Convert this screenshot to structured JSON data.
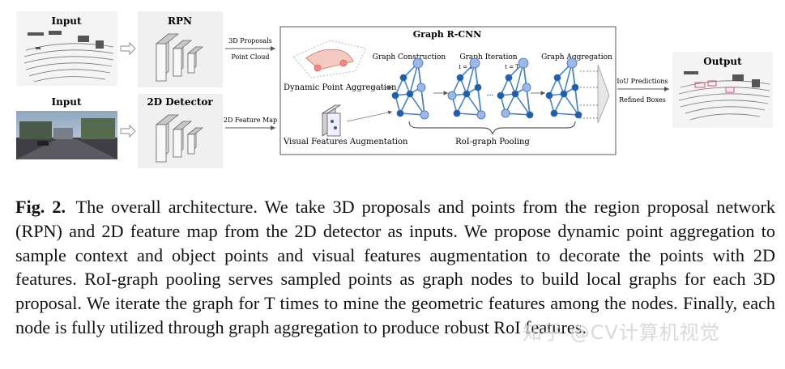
{
  "figure": {
    "rpn_input_label": "Input",
    "rpn_label": "RPN",
    "proposals_arrow_top": "3D Proposals",
    "proposals_arrow_bottom": "Point Cloud",
    "image_input_label": "Input",
    "detector_label": "2D Detector",
    "feature_map_arrow": "2D Feature Map",
    "graph_rcnn_title": "Graph R-CNN",
    "dynamic_point_aggregation": "Dynamic Point Aggregation",
    "visual_features_augmentation": "Visual Features Augmentation",
    "graph_construction": "Graph Construction",
    "graph_iteration": "Graph Iteration",
    "iter_first": "t = 1",
    "iter_last": "t = T",
    "iter_dots": "...",
    "graph_aggregation": "Graph Aggregation",
    "roi_graph_pooling": "RoI-graph Pooling",
    "iou_predictions": "IoU Predictions",
    "refined_boxes": "Refined Boxes",
    "output_label": "Output"
  },
  "caption": {
    "label": "Fig. 2.",
    "text": "The overall architecture. We take 3D proposals and points from the region proposal network (RPN) and 2D feature map from the 2D detector as inputs. We propose dynamic point aggregation to sample context and object points and visual features augmentation to decorate the points with 2D features. RoI-graph pooling serves sampled points as graph nodes to build local graphs for each 3D proposal. We iterate the graph for T times to mine the geometric features among the nodes. Finally, each node is fully utilized through graph aggregation to produce robust RoI features."
  },
  "watermark": "知乎 @CV计算机视觉",
  "colors": {
    "node_dark": "#1f5ea8",
    "node_light": "#9db8e6",
    "edge": "#4a84c4",
    "panel_bg": "#f0f0f0"
  }
}
